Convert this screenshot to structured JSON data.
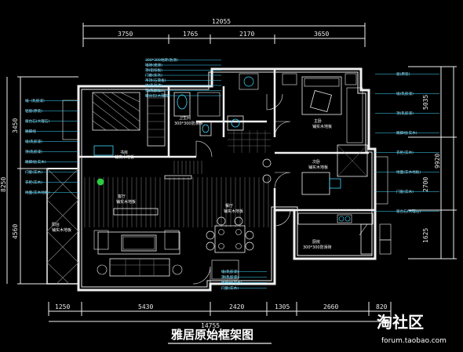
{
  "title": "雅居原始框架图",
  "watermark": {
    "logo": "淘社区",
    "url": "forum.taobao.com"
  },
  "dims_top": {
    "total": "12055",
    "segments": [
      "3750",
      "1765",
      "2170",
      "3650"
    ]
  },
  "dims_bottom": {
    "total": "14755",
    "segments": [
      "1250",
      "5430",
      "2420",
      "1305",
      "2660",
      "820"
    ]
  },
  "dims_left": [
    "3450",
    "8250",
    "4560"
  ],
  "dims_right": [
    "5035",
    "9920",
    "2700",
    "1625"
  ],
  "rooms": {
    "study": [
      "书房",
      "铺实木地板"
    ],
    "master": [
      "主卧",
      "铺实木地板"
    ],
    "bedroom2": [
      "次卧",
      "铺实木地板"
    ],
    "living": [
      "客厅",
      "铺实木地板"
    ],
    "dining": [
      "餐厅",
      "铺实木地板"
    ],
    "kitchen": [
      "厨房",
      "300*300防滑砖"
    ],
    "balcony": [
      "阳台",
      "铺实木地板"
    ],
    "bath": [
      "卫生间",
      "300*300防滑砖"
    ]
  },
  "notes_left": [
    "墙（乳胶漆）",
    "铝窗(原装)",
    "窗台石(大理石)",
    "踢脚线",
    "墙(乳胶漆)",
    "顶(乳胶漆)",
    "踢脚线(实木)",
    "门套(实木)",
    "衣柜(实木)",
    "地面(实木地板)"
  ],
  "notes_top": [
    "300*300地砖(防滑)",
    "墙砖(瓷砖)",
    "顶(铝扣板)",
    "门套(实木)",
    "吊顶(石膏板)",
    "墙(乳胶漆)",
    "顶(乳胶漆)",
    "窗台石(大理石)"
  ],
  "notes_right": [
    "窗(原装)",
    "墙(乳胶漆)",
    "顶(乳胶漆)",
    "踢脚线(实木)",
    "衣柜(实木)",
    "地面(实木地板)",
    "门套(实木)",
    "窗台石(大理石)"
  ],
  "notes_bottom": [
    "墙(乳胶漆)",
    "顶(乳胶漆)",
    "踢脚线(实木)",
    "门套(实木)"
  ]
}
